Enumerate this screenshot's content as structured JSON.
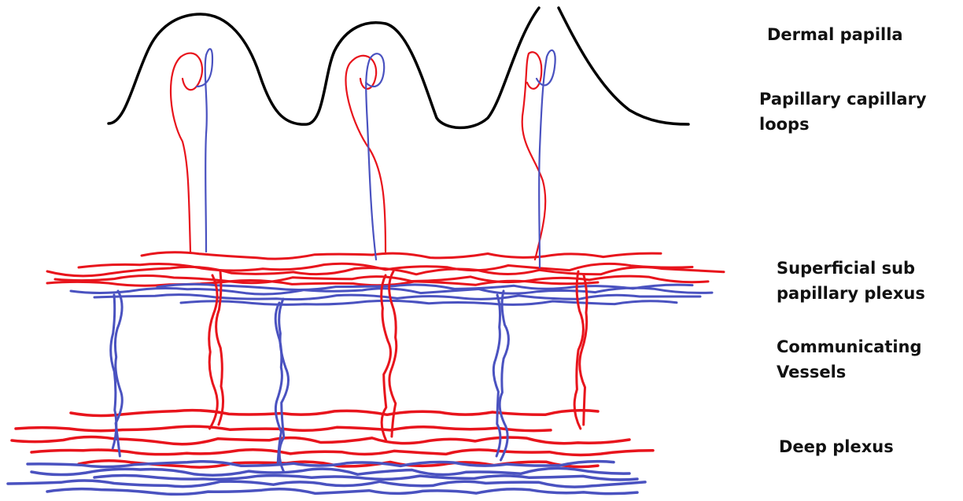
{
  "colors": {
    "artery": "#e8141c",
    "vein": "#4a52c0",
    "skin": "#000000",
    "text": "#111111"
  },
  "labels": {
    "dermal_papilla": "Dermal papilla",
    "capillary_loops": [
      "Papillary capillary",
      "loops"
    ],
    "superficial_plexus": [
      "Superficial sub",
      "papillary plexus"
    ],
    "communicating_vessels": [
      "Communicating",
      "Vessels"
    ],
    "deep_plexus": "Deep plexus"
  }
}
